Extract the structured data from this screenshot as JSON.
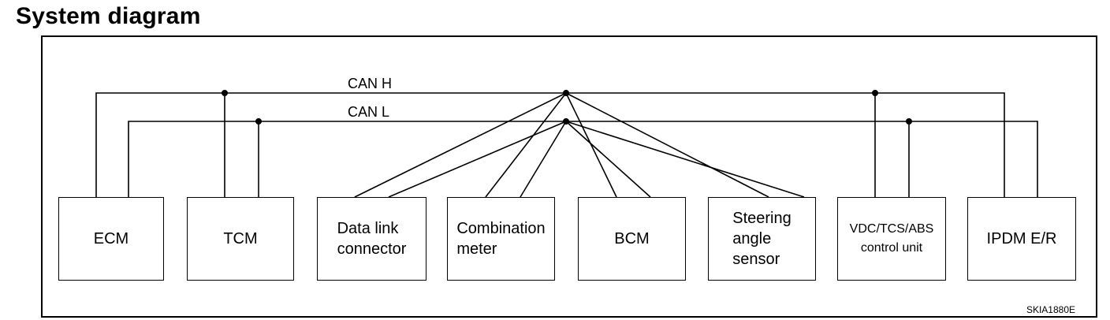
{
  "title": "System diagram",
  "bus": {
    "can_h": "CAN H",
    "can_l": "CAN L"
  },
  "units": {
    "ecm": "ECM",
    "tcm": "TCM",
    "dlc": "Data link\nconnector",
    "meter": "Combination\nmeter",
    "bcm": "BCM",
    "steering": "Steering\nangle\nsensor",
    "vdc": "VDC/TCS/ABS\ncontrol unit",
    "ipdm": "IPDM E/R"
  },
  "figure_code": "SKIA1880E"
}
